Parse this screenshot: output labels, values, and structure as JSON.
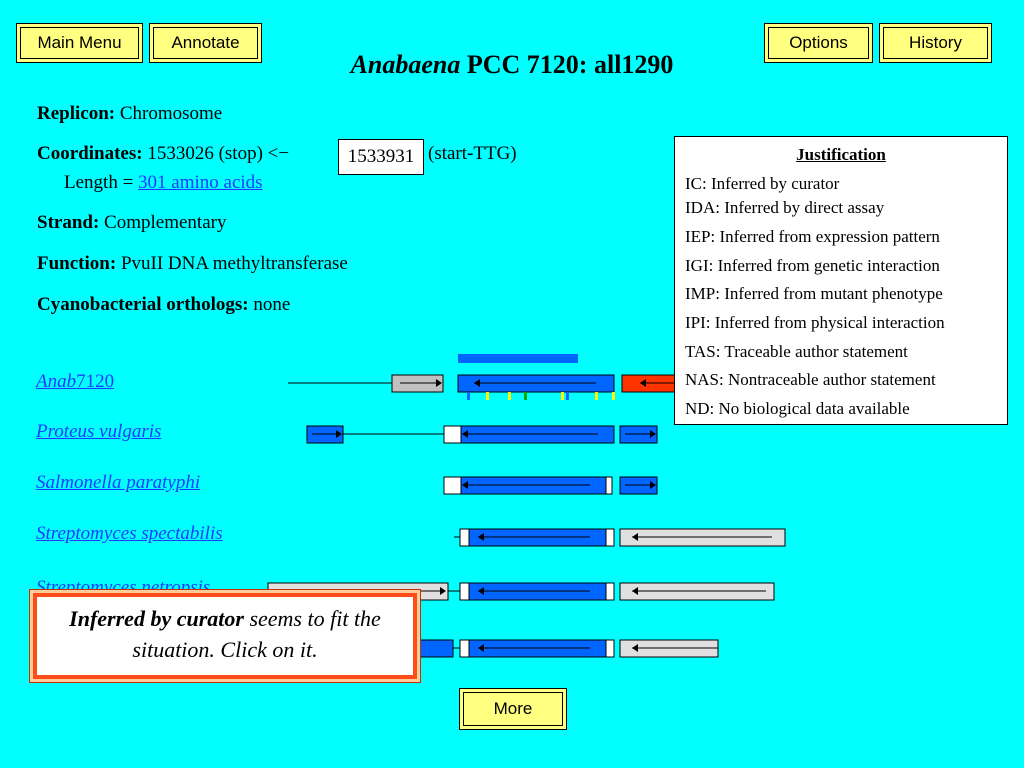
{
  "toolbar": {
    "main_menu": "Main Menu",
    "annotate": "Annotate",
    "options": "Options",
    "history": "History"
  },
  "title": {
    "italic": "Anabaena",
    "rest": " PCC 7120: all1290"
  },
  "info": {
    "replicon_label": "Replicon:",
    "replicon_value": " Chromosome",
    "coord_label": "Coordinates:",
    "coord_stop": " 1533026 (stop) <−",
    "coord_start_value": "1533931",
    "coord_start_suffix": "(start-TTG)",
    "length_label": "Length = ",
    "length_value": "301 amino acids",
    "strand_label": "Strand:",
    "strand_value": " Complementary",
    "function_label": "Function:",
    "function_value": " PvuII DNA methyltransferase",
    "orthologs_label": "Cyanobacterial orthologs:",
    "orthologs_value": " none"
  },
  "organisms": [
    {
      "italic": "Anab",
      "rest": "7120"
    },
    {
      "italic": "Proteus vulgaris",
      "rest": ""
    },
    {
      "italic": "Salmonella paratyphi",
      "rest": ""
    },
    {
      "italic": "Streptomyces spectabilis",
      "rest": ""
    },
    {
      "italic": "Streptomyces netropsis",
      "rest": ""
    }
  ],
  "justification": {
    "title": "Justification",
    "items": [
      "IC: Inferred by curator",
      "IDA: Inferred by direct assay",
      "IEP: Inferred from expression pattern",
      "IGI: Inferred from genetic interaction",
      "IMP: Inferred from mutant phenotype",
      "IPI: Inferred from physical interaction",
      "TAS: Traceable author statement",
      "NAS: Nontraceable author statement",
      "ND: No biological data available"
    ]
  },
  "callout": {
    "bold": "Inferred by curator",
    "rest": " seems to fit the situation. Click on it."
  },
  "more_button": "More",
  "colors": {
    "background": "#00ffff",
    "button": "#ffff80",
    "gene_blue": "#0066ff",
    "gene_red": "#ff3300",
    "gene_gray": "#c0c0c0",
    "gene_light": "#e0e0e0",
    "callout_border": "#ff4d1a"
  }
}
